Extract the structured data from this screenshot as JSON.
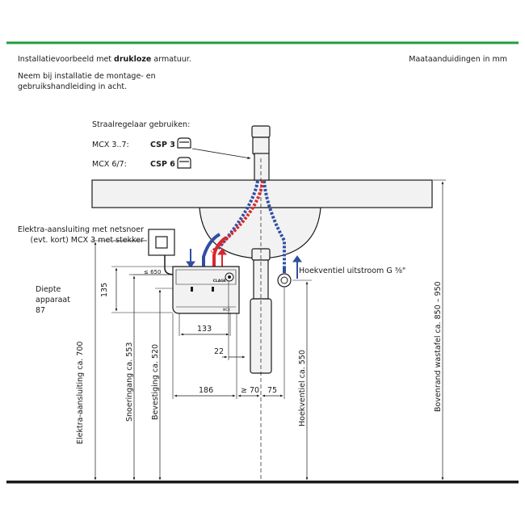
{
  "header": {
    "intro_prefix": "Installatievoorbeeld met ",
    "intro_bold": "drukloze",
    "intro_suffix": " armatuur.",
    "units": "Maataanduidingen in mm",
    "instructions_line1": "Neem bij installatie de montage- en",
    "instructions_line2": "gebruikshandleiding in acht."
  },
  "aerator": {
    "heading": "Straalregelaar gebruiken:",
    "rows": [
      {
        "model": "MCX 3..7:",
        "code": "CSP 3"
      },
      {
        "model": "MCX 6/7:",
        "code": "CSP 6"
      }
    ]
  },
  "labels": {
    "electric_connection_line1": "Elektra-aansluiting met netsnoer",
    "electric_connection_line2": "(evt. kort) MCX 3 met stekker",
    "depth_line1": "Diepte",
    "depth_line2": "apparaat",
    "depth_value": "87",
    "angle_valve": "Hoekventiel uitstroom G ⅜\"",
    "device_brand": "CLAGE",
    "device_model": "MCX"
  },
  "dimensions": {
    "le650": "≤ 650",
    "h135": "135",
    "w133": "133",
    "d22": "22",
    "d186": "186",
    "d70": "≥ 70",
    "d75": "75",
    "electra": "Elektra-aansluiting ca. 700",
    "cord": "Snoeringang ca. 553",
    "mount": "Bevestiging ca. 520",
    "angle_valve": "Hoekventiel ca. 550",
    "rim": "Bovenrand wastafel ca. 850 – 950"
  },
  "colors": {
    "accent_green": "#1e9e3e",
    "hot": "#d7282f",
    "cold": "#2f4fa2",
    "line": "#1a1a1a",
    "fill_light": "#f2f2f2"
  },
  "icons": {
    "aerator_icon": "aerator-cap-icon",
    "arrow_hot": "arrow-up-red",
    "arrow_cold": "arrow-down-blue"
  }
}
